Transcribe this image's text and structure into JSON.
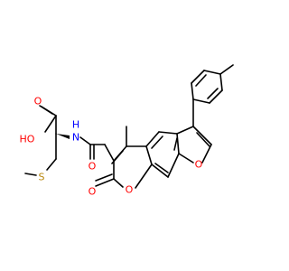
{
  "molecule": {
    "atoms": [
      {
        "id": "o-acid-carbonyl",
        "text": "O",
        "color": "#ff0000"
      },
      {
        "id": "o-acid-hydroxyl",
        "text": "HO",
        "color": "#ff0000"
      },
      {
        "id": "n-amide",
        "text": "N",
        "color": "#0000ff"
      },
      {
        "id": "h-amide",
        "text": "H",
        "color": "#0000ff"
      },
      {
        "id": "o-amide",
        "text": "O",
        "color": "#ff0000"
      },
      {
        "id": "s-thioether",
        "text": "S",
        "color": "#b8860b"
      },
      {
        "id": "o-pyranone-carbonyl",
        "text": "O",
        "color": "#ff0000"
      },
      {
        "id": "o-pyranone-ring",
        "text": "O",
        "color": "#ff0000"
      },
      {
        "id": "o-furan",
        "text": "O",
        "color": "#ff0000"
      }
    ],
    "bond_color": "#000000",
    "stereo_wedge": "solid-wedge"
  }
}
